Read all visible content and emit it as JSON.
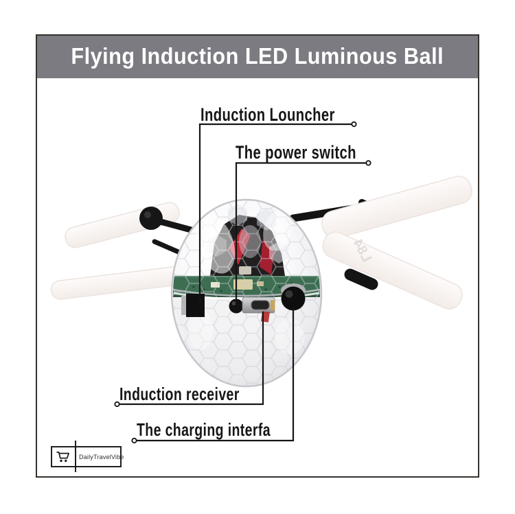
{
  "title": {
    "text": "Flying Induction LED Luminous Ball"
  },
  "callouts": [
    {
      "id": "induction-launcher",
      "label": "Induction Louncher"
    },
    {
      "id": "power-switch",
      "label": "The power switch"
    },
    {
      "id": "induction-receiver",
      "label": "Induction receiver"
    },
    {
      "id": "charging-interface",
      "label": "The charging interfa"
    }
  ],
  "watermark": {
    "brand": "DailyTravelVibe",
    "icon": "shopping-cart"
  },
  "product": {
    "blade_marking": "L84"
  },
  "colors": {
    "banner_background": "#7b7b81",
    "banner_text": "#ffffff",
    "frame_border": "#36312e",
    "callout_line": "#151515",
    "pcb_green": "#3d6e52",
    "blade_white": "#faf5f2",
    "accent_red": "#c22a39"
  }
}
